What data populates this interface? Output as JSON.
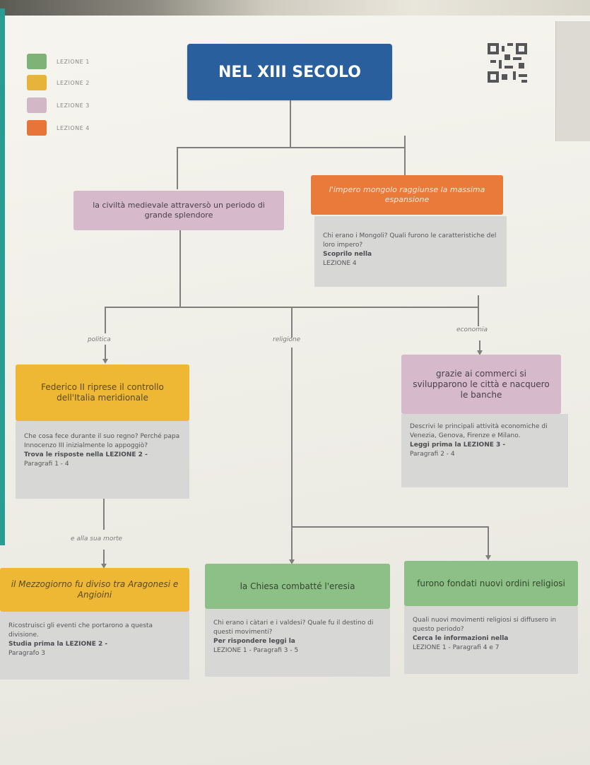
{
  "title": "NEL XIII SECOLO",
  "legend": [
    {
      "color": "#7fb277",
      "label": "LEZIONE 1"
    },
    {
      "color": "#e8b33a",
      "label": "LEZIONE 2"
    },
    {
      "color": "#d2b7c6",
      "label": "LEZIONE 3"
    },
    {
      "color": "#e8743a",
      "label": "LEZIONE 4"
    }
  ],
  "branches": {
    "politica": "politica",
    "religione": "religione",
    "economia": "economia",
    "alla_morte": "e alla sua morte"
  },
  "nodes": {
    "civilta": "la civiltà medievale attraversò un periodo di grande splendore",
    "mongolo": "l'impero mongolo raggiunse la massima espansione",
    "federico": "Federico II riprese il controllo dell'Italia meridionale",
    "commerci": "grazie ai commerci si svilupparono le città e nacquero le banche",
    "mezzogiorno": "il Mezzogiorno fu diviso tra Aragonesi e Angioini",
    "chiesa": "la Chiesa combatté l'eresia",
    "ordini": "furono fondati nuovi ordini religiosi"
  },
  "questions": {
    "mongolo": {
      "q": "Chi erano i Mongoli? Quali furono le caratteristiche del loro impero?",
      "s": "Scoprilo nella",
      "l": "LEZIONE 4"
    },
    "federico": {
      "q": "Che cosa fece durante il suo regno? Perché papa Innocenzo III inizialmente lo appoggiò?",
      "s": "Trova le risposte nella LEZIONE 2 -",
      "l": "Paragrafi 1 - 4"
    },
    "commerci": {
      "q": "Descrivi le principali attività economiche di Venezia, Genova, Firenze e Milano.",
      "s": "Leggi prima la LEZIONE 3 -",
      "l": "Paragrafi 2 - 4"
    },
    "mezzogiorno": {
      "q": "Ricostruisci gli eventi che portarono a questa divisione.",
      "s": "Studia prima la LEZIONE 2 -",
      "l": "Paragrafo 3"
    },
    "chiesa": {
      "q": "Chi erano i càtari e i valdesi? Quale fu il destino di questi movimenti?",
      "s": "Per rispondere leggi la",
      "l": "LEZIONE 1 - Paragrafi 3 - 5"
    },
    "ordini": {
      "q": "Quali nuovi movimenti religiosi si diffusero in questo periodo?",
      "s": "Cerca le informazioni nella",
      "l": "LEZIONE 1 - Paragrafi 4 e 7"
    }
  }
}
